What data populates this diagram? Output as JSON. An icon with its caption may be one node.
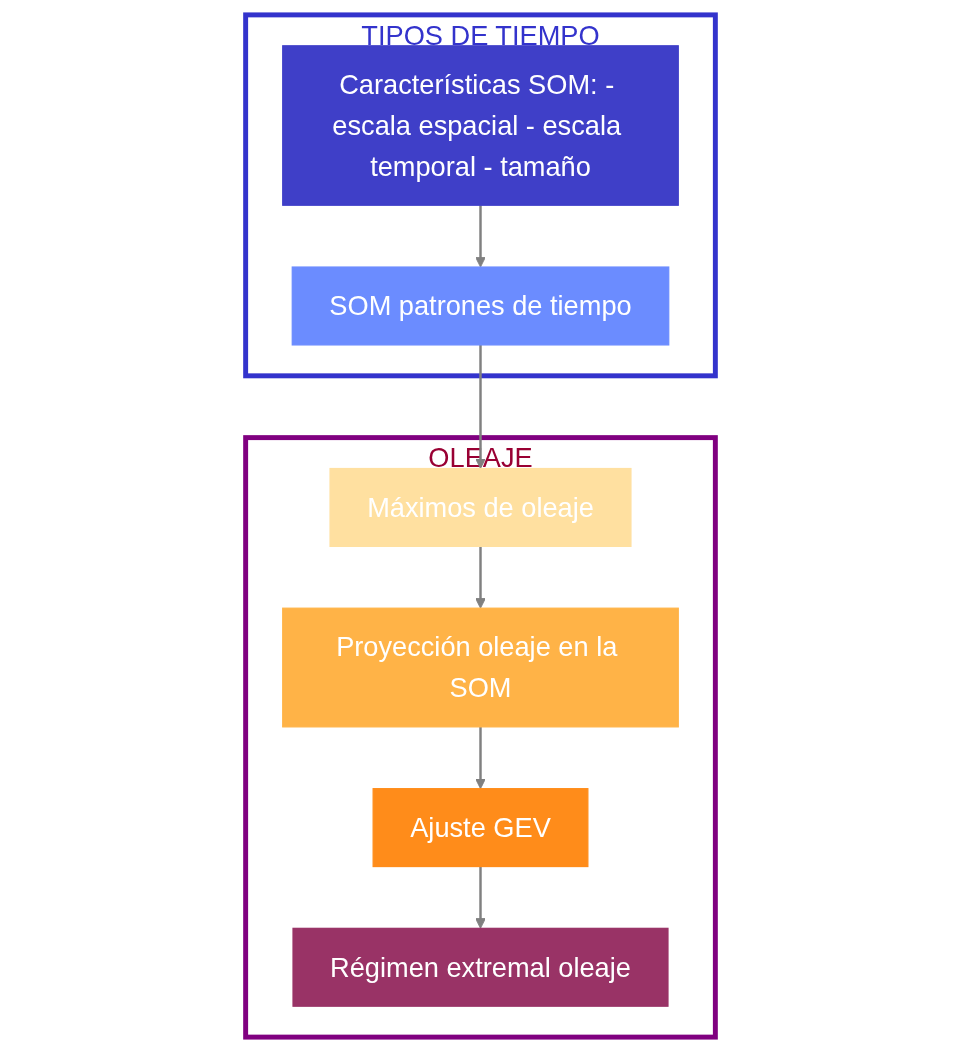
{
  "diagram": {
    "nodes": [
      {
        "text": [
          "TIPOS DE TIEMPO"
        ]
      },
      {
        "text": [
          "Características SOM: - escala espacial - escala temporal - tamaño"
        ],
        "in": 0
      },
      {
        "text": [
          "SOM patrones de tiempo"
        ],
        "in": 0
      },
      {
        "text": [
          "OLEAJE"
        ]
      },
      {
        "text": [
          "Máximos de oleaje"
        ],
        "in": 3
      },
      {
        "text": [
          "Proyección oleaje en la SOM"
        ],
        "in": 3
      },
      {
        "text": [
          "Ajuste GEV"
        ],
        "in": 3
      },
      {
        "text": [
          "Régimen extremal oleaje"
        ],
        "in": 3
      }
    ],
    "edges": [
      {
        "from": 1,
        "to": 2,
        "arrow": "to"
      },
      {
        "from": 2,
        "to": 4,
        "arrow": "to"
      },
      {
        "from": 4,
        "to": 5,
        "arrow": "to"
      },
      {
        "from": 5,
        "to": 6,
        "arrow": "to"
      },
      {
        "from": 6,
        "to": 7,
        "arrow": "to"
      }
    ]
  }
}
